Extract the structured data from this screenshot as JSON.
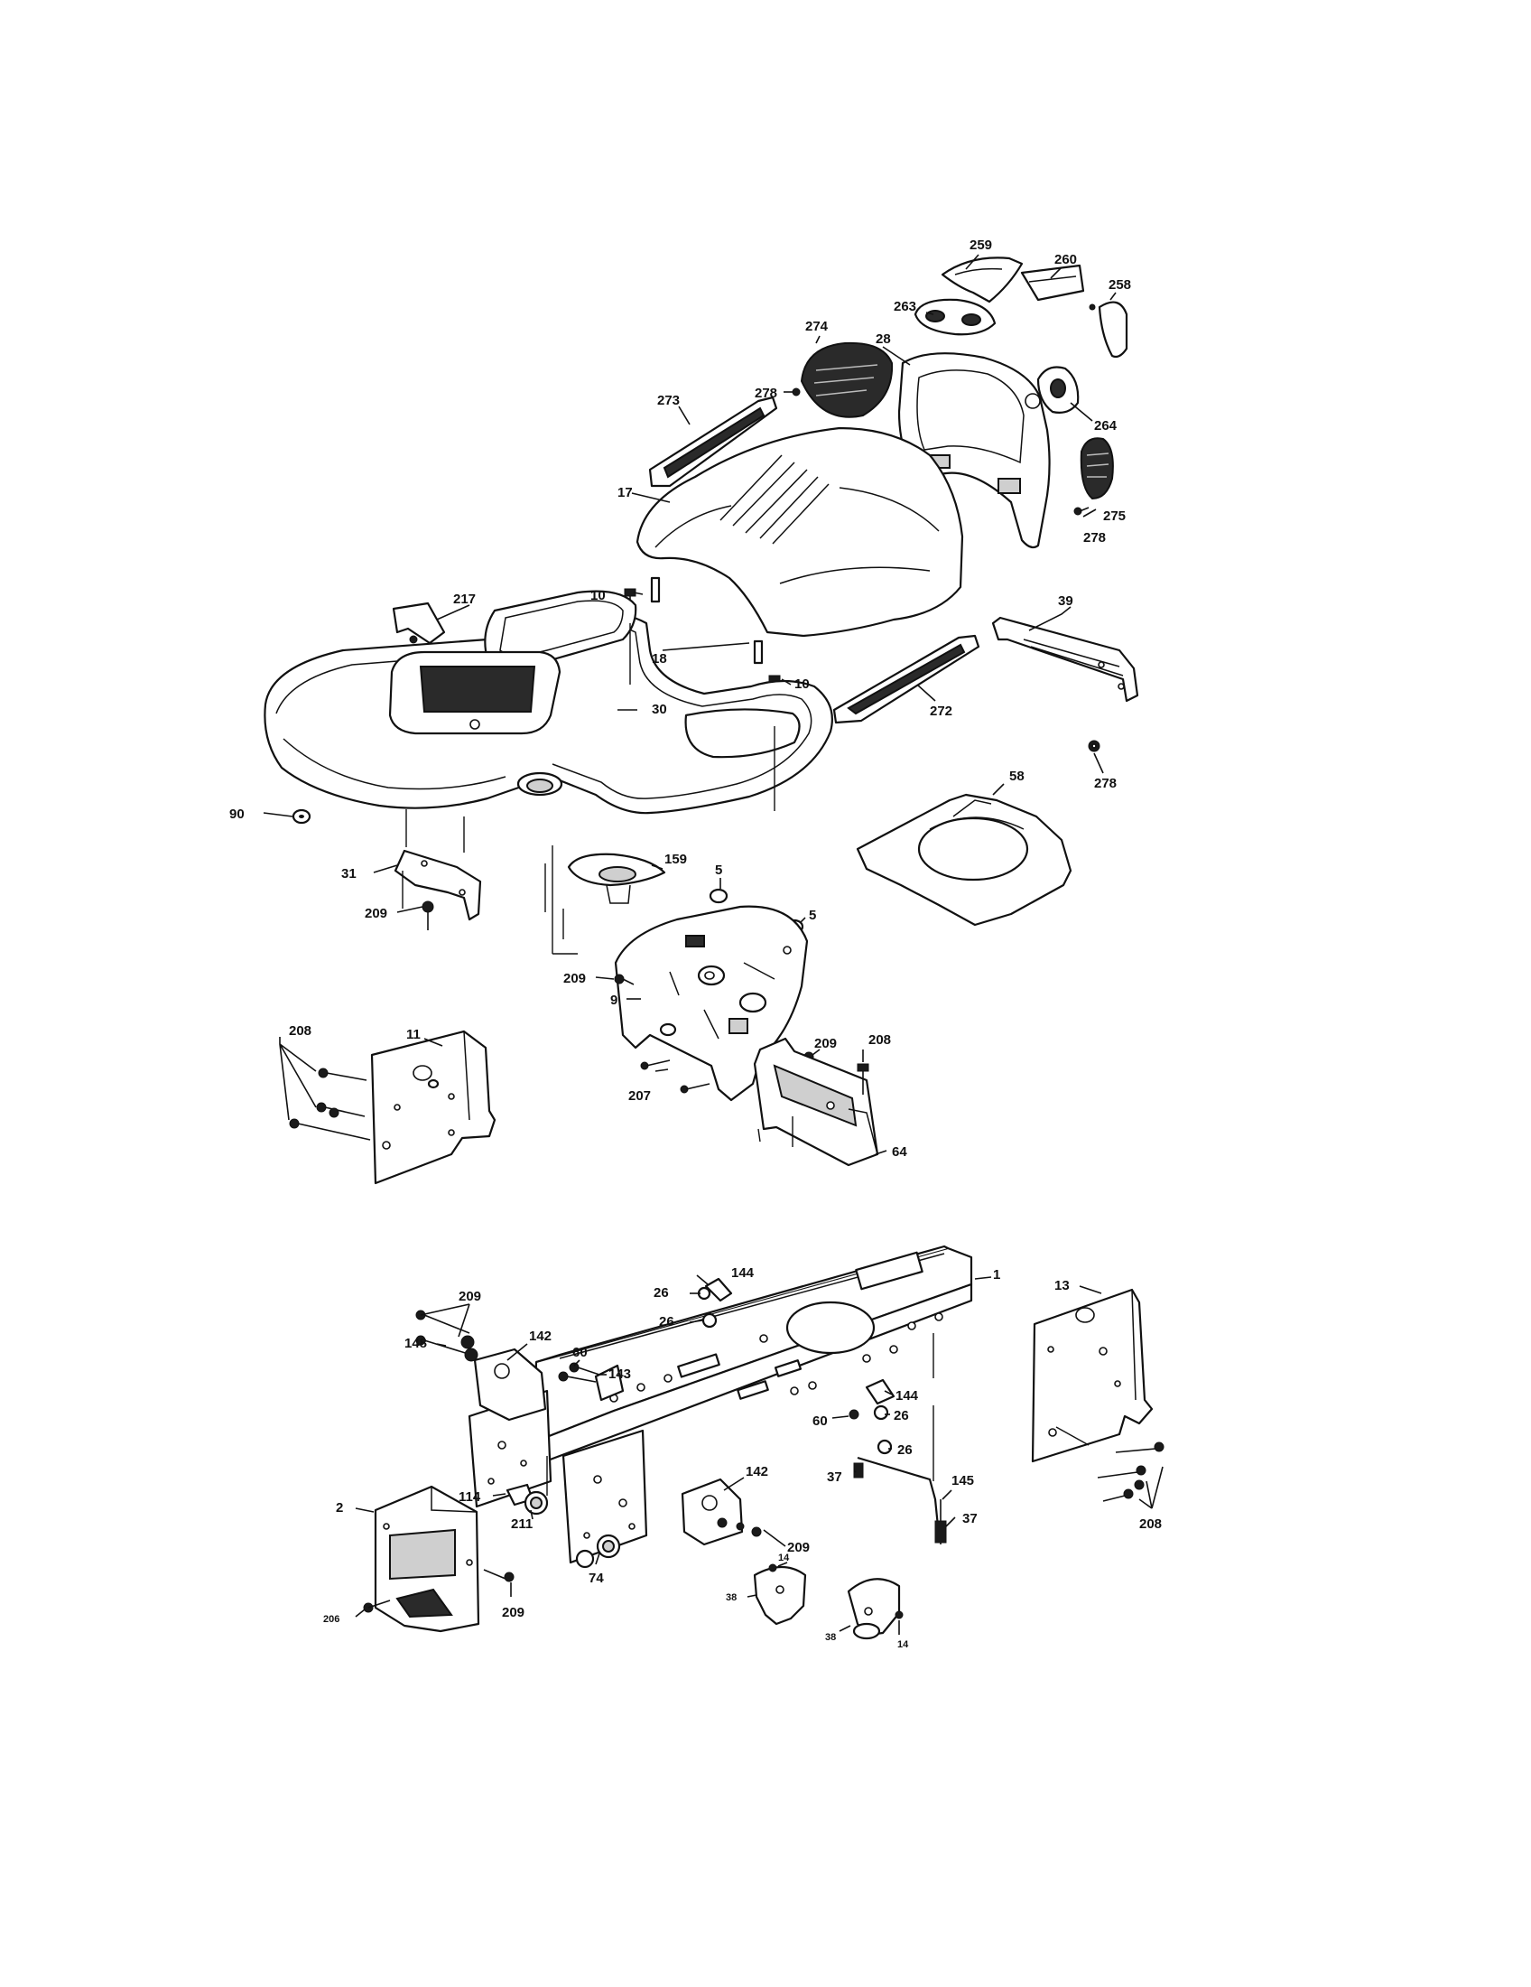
{
  "callouts": {
    "c259": "259",
    "c260": "260",
    "c258": "258",
    "c263": "263",
    "c274": "274",
    "c28": "28",
    "c278a": "278",
    "c264": "264",
    "c273": "273",
    "c275": "275",
    "c278b": "278",
    "c17": "17",
    "c217": "217",
    "c10a": "10",
    "c18": "18",
    "c10b": "10",
    "c39": "39",
    "c30": "30",
    "c272": "272",
    "c278c": "278",
    "c90": "90",
    "c58": "58",
    "c31": "31",
    "c159": "159",
    "c5a": "5",
    "c5b": "5",
    "c209a": "209",
    "c209b": "209",
    "c9": "9",
    "c208a": "208",
    "c11": "11",
    "c209c": "209",
    "c208b": "208",
    "c207": "207",
    "c64": "64",
    "c1": "1",
    "c209d": "209",
    "c144a": "144",
    "c26a": "26",
    "c26b": "26",
    "c13": "13",
    "c148": "148",
    "c142a": "142",
    "c60a": "60",
    "c143": "143",
    "c144b": "144",
    "c26c": "26",
    "c60b": "60",
    "c26d": "26",
    "c142b": "142",
    "c114": "114",
    "c211": "211",
    "c37a": "37",
    "c145": "145",
    "c37b": "37",
    "c209e": "209",
    "c2": "2",
    "c74": "74",
    "c208c": "208",
    "c14a": "14",
    "c38a": "38",
    "c206": "206",
    "c209f": "209",
    "c38b": "38",
    "c14b": "14"
  }
}
